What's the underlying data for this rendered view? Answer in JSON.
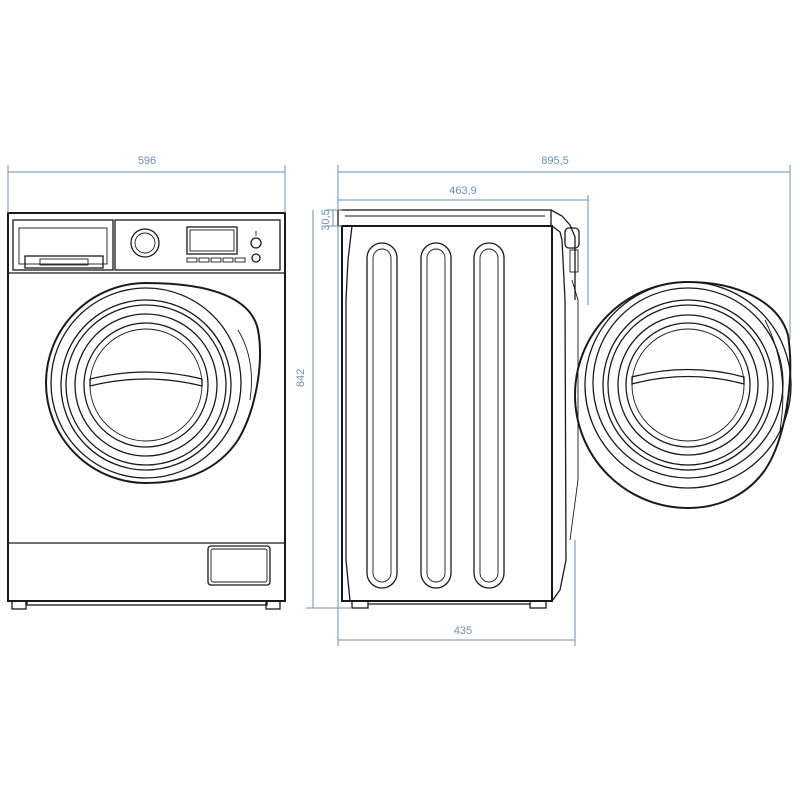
{
  "dimensions": {
    "width": "596",
    "depth_total": "895,5",
    "depth_door": "463,9",
    "top_offset": "30,5",
    "height": "842",
    "depth_body": "435"
  },
  "colors": {
    "line": "#1a1a1a",
    "dimension": "#6b8fb5",
    "background": "#ffffff"
  }
}
